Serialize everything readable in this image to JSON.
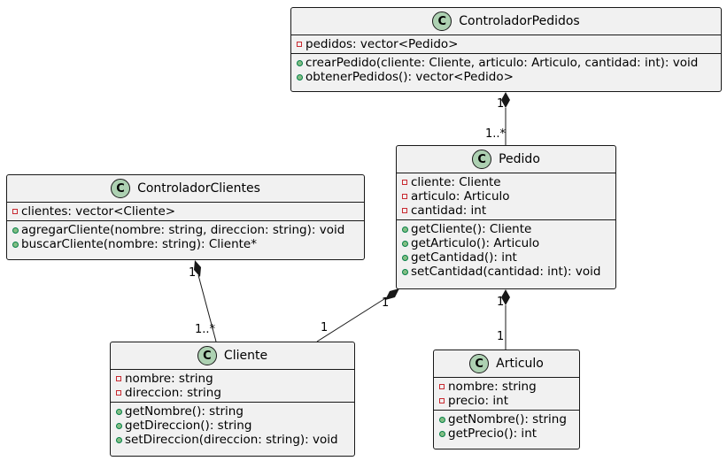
{
  "classes": {
    "controlador_pedidos": {
      "name": "ControladorPedidos",
      "icon": "C",
      "attributes": [
        {
          "vis": "private",
          "text": "pedidos: vector<Pedido>"
        }
      ],
      "methods": [
        {
          "vis": "public",
          "text": "crearPedido(cliente: Cliente, articulo: Articulo, cantidad: int): void"
        },
        {
          "vis": "public",
          "text": "obtenerPedidos(): vector<Pedido>"
        }
      ]
    },
    "pedido": {
      "name": "Pedido",
      "icon": "C",
      "attributes": [
        {
          "vis": "private",
          "text": "cliente: Cliente"
        },
        {
          "vis": "private",
          "text": "articulo: Articulo"
        },
        {
          "vis": "private",
          "text": "cantidad: int"
        }
      ],
      "methods": [
        {
          "vis": "public",
          "text": "getCliente(): Cliente"
        },
        {
          "vis": "public",
          "text": "getArticulo(): Articulo"
        },
        {
          "vis": "public",
          "text": "getCantidad(): int"
        },
        {
          "vis": "public",
          "text": "setCantidad(cantidad: int): void"
        }
      ]
    },
    "controlador_clientes": {
      "name": "ControladorClientes",
      "icon": "C",
      "attributes": [
        {
          "vis": "private",
          "text": "clientes: vector<Cliente>"
        }
      ],
      "methods": [
        {
          "vis": "public",
          "text": "agregarCliente(nombre: string, direccion: string): void"
        },
        {
          "vis": "public",
          "text": "buscarCliente(nombre: string): Cliente*"
        }
      ]
    },
    "cliente": {
      "name": "Cliente",
      "icon": "C",
      "attributes": [
        {
          "vis": "private",
          "text": "nombre: string"
        },
        {
          "vis": "private",
          "text": "direccion: string"
        }
      ],
      "methods": [
        {
          "vis": "public",
          "text": "getNombre(): string"
        },
        {
          "vis": "public",
          "text": "getDireccion(): string"
        },
        {
          "vis": "public",
          "text": "setDireccion(direccion: string): void"
        }
      ]
    },
    "articulo": {
      "name": "Articulo",
      "icon": "C",
      "attributes": [
        {
          "vis": "private",
          "text": "nombre: string"
        },
        {
          "vis": "private",
          "text": "precio: int"
        }
      ],
      "methods": [
        {
          "vis": "public",
          "text": "getNombre(): string"
        },
        {
          "vis": "public",
          "text": "getPrecio(): int"
        }
      ]
    }
  },
  "relations": {
    "pedidos_pedido": {
      "from": "ControladorPedidos",
      "to": "Pedido",
      "type": "composition",
      "from_mult": "1",
      "to_mult": "1..*"
    },
    "clientes_cliente": {
      "from": "ControladorClientes",
      "to": "Cliente",
      "type": "composition",
      "from_mult": "1",
      "to_mult": "1..*"
    },
    "pedido_cliente": {
      "from": "Pedido",
      "to": "Cliente",
      "type": "composition",
      "from_mult": "1",
      "to_mult": "1"
    },
    "pedido_articulo": {
      "from": "Pedido",
      "to": "Articulo",
      "type": "composition",
      "from_mult": "1",
      "to_mult": "1"
    }
  },
  "colors": {
    "class_fill": "#f1f1f1",
    "border": "#181818",
    "class_icon": "#add1b2",
    "private_marker": "#c82930",
    "public_marker": "#84be84"
  }
}
